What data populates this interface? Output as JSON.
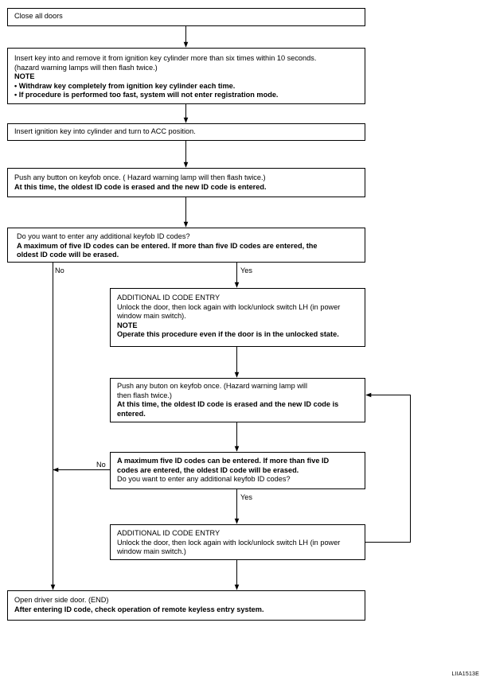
{
  "step1": {
    "text": "Close all doors"
  },
  "step2": {
    "line1": "Insert key into and remove it from ignition key cylinder more than six times within 10 seconds.",
    "line2": "(hazard warning lamps will then flash twice.)",
    "note_label": "NOTE",
    "bullet1": "• Withdraw key completely from ignition key cylinder each time.",
    "bullet2": "• If procedure is performed too fast, system will not enter registration mode."
  },
  "step3": {
    "text": "Insert ignition key into cylinder and turn to ACC position."
  },
  "step4": {
    "line1": "Push any button on keyfob once. ( Hazard warning lamp will then flash twice.)",
    "line2": "At this time, the oldest ID code is erased and the new ID code is entered."
  },
  "decision1": {
    "line1": "Do you want to enter any additional keyfob ID codes?",
    "line2": "A maximum of five ID codes can be entered. If more than five ID codes are entered, the",
    "line3": "oldest ID code will be erased.",
    "no_label": "No",
    "yes_label": "Yes"
  },
  "additional1": {
    "title": "ADDITIONAL ID CODE ENTRY",
    "line1": "Unlock the door, then lock again with lock/unlock switch LH (in power",
    "line2": "window main switch).",
    "note_label": "NOTE",
    "note_text": "Operate this procedure even if the door is in the unlocked state."
  },
  "step_push2": {
    "line1": "Push any buton on keyfob once. (Hazard warning lamp will",
    "line2": "then flash twice.)",
    "line3": "At this time, the oldest ID code is erased and the new ID code is",
    "line4": "entered."
  },
  "decision2": {
    "line1": "A maximum five ID codes can be entered. If more than five ID",
    "line2": "codes are entered, the oldest ID code will be erased.",
    "line3": "Do you want to enter any additional keyfob ID codes?",
    "no_label": "No",
    "yes_label": "Yes"
  },
  "additional2": {
    "title": "ADDITIONAL ID CODE ENTRY",
    "line1": "Unlock the door, then lock again with lock/unlock switch LH (in power",
    "line2": "window main switch.)"
  },
  "end": {
    "line1": "Open driver side door. (END)",
    "line2": "After entering ID code, check operation of remote keyless entry system."
  },
  "figure_id": "LIIA1513E"
}
